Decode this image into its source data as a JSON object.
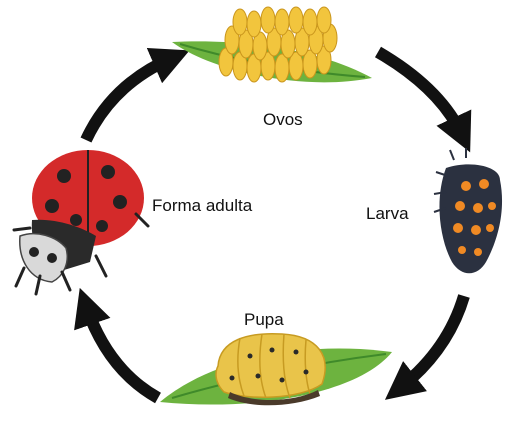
{
  "stages": {
    "eggs": {
      "label": "Ovos"
    },
    "larva": {
      "label": "Larva"
    },
    "pupa": {
      "label": "Pupa"
    },
    "adult": {
      "label": "Forma adulta"
    }
  },
  "colors": {
    "arrow": "#111111",
    "leaf": "#6db33f",
    "leaf_dark": "#3f8a2a",
    "egg": "#f2c53d",
    "larva_body": "#2b3140",
    "larva_spots": "#f08a24",
    "pupa": "#e9c44a",
    "ladybug_red": "#d42a2a",
    "ladybug_dark": "#222222"
  }
}
